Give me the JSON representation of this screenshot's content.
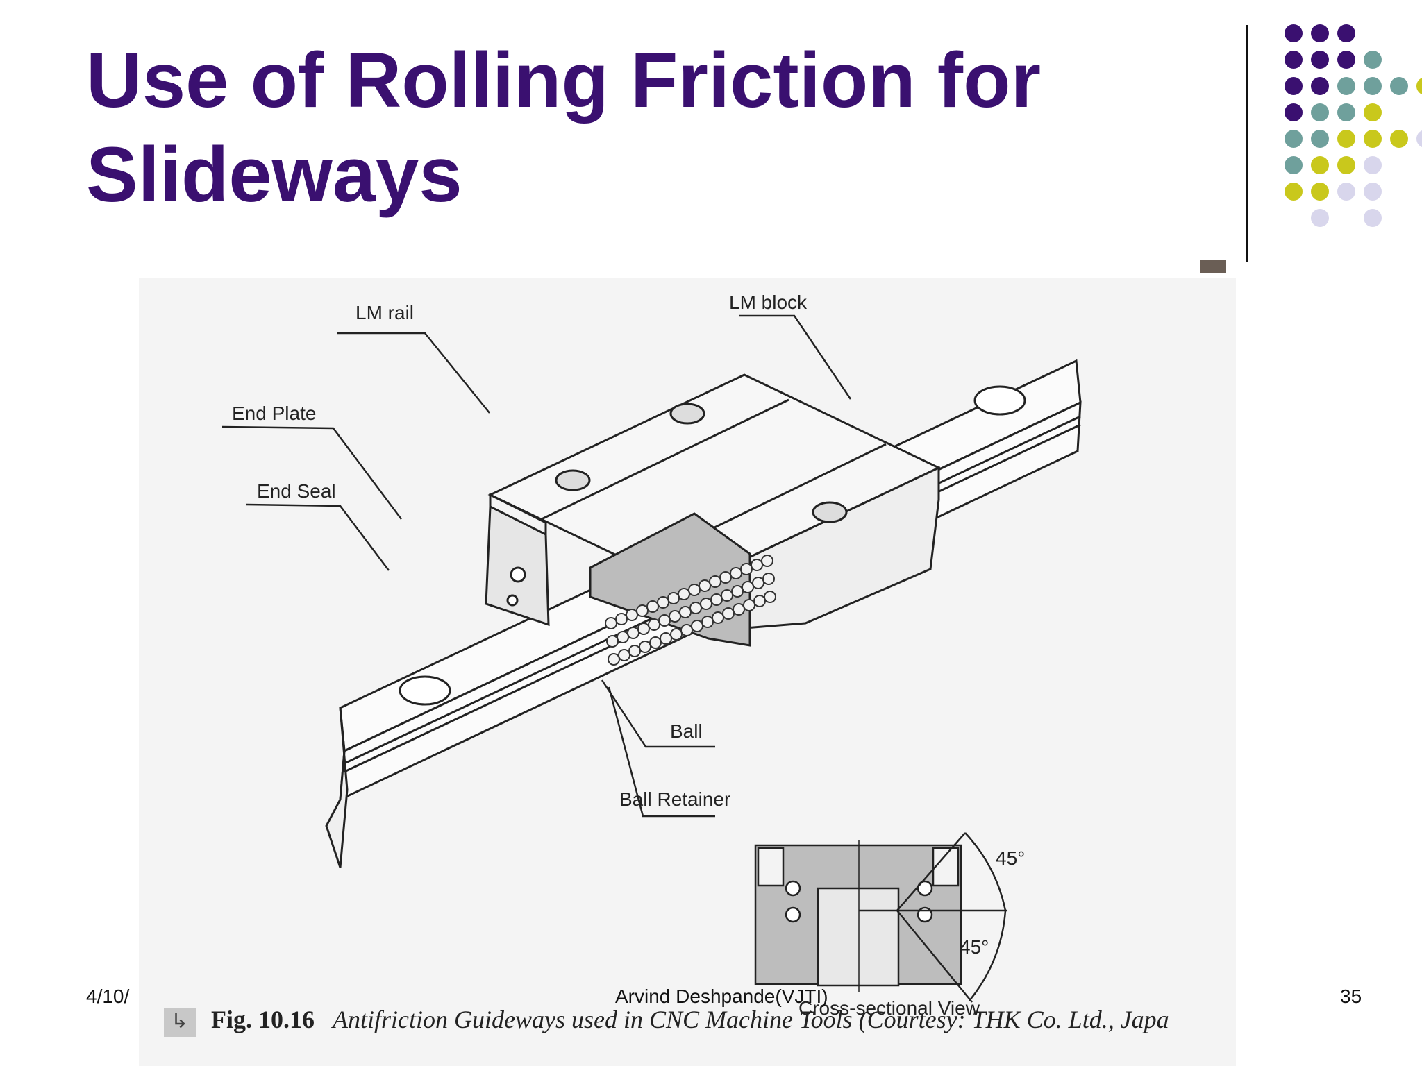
{
  "slide": {
    "title_line1": "Use of Rolling Friction for",
    "title_line2": "Slideways"
  },
  "figure": {
    "labels": {
      "lm_rail": "LM rail",
      "lm_block": "LM block",
      "end_plate": "End Plate",
      "end_seal": "End Seal",
      "ball": "Ball",
      "ball_retainer": "Ball Retainer",
      "angle_top": "45°",
      "angle_bottom": "45°",
      "cross_section": "Cross-sectional View"
    },
    "caption": {
      "number": "Fig. 10.16",
      "text": "Antifriction Guideways used in CNC Machine Tools (Courtesy: THK Co. Ltd., Japa"
    }
  },
  "footer": {
    "date": "4/10/",
    "author": "Arvind Deshpande(VJTI)",
    "page": "35"
  },
  "colors": {
    "title": "#3a1070",
    "dot_purple": "#3a1070",
    "dot_teal": "#6fa09c",
    "dot_yellow": "#c9c81c",
    "dot_lavender": "#d8d6ec"
  }
}
